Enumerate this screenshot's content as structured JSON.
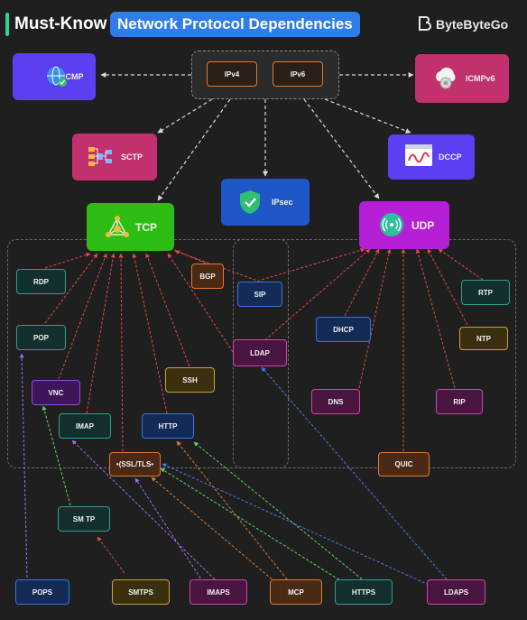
{
  "header": {
    "title_prefix": "Must-Know",
    "title_highlight": "Network Protocol Dependencies",
    "brand": "ByteByteGo",
    "icons": [
      "bytebytego-logo-icon"
    ]
  },
  "colors": {
    "background": "#1f1f1f",
    "accent_green": "#2fd38f",
    "title_blue": "#2f7de8",
    "orange": "#e07a2e",
    "teal_fill": "#13302e",
    "purple_node": "#b51fd6",
    "tcp_green": "#2ebd12"
  },
  "nodes": {
    "ipv4": "IPv4",
    "ipv6": "IPv6",
    "icmp": "ICMP",
    "icmpv6": "ICMPv6",
    "sctp": "SCTP",
    "dccp": "DCCP",
    "ipsec": "IPsec",
    "tcp": "TCP",
    "udp": "UDP",
    "rdp": "RDP",
    "bgp": "BGP",
    "sip": "SIP",
    "rtp": "RTP",
    "pop": "POP",
    "ldap": "LDAP",
    "dhcp": "DHCP",
    "ntp": "NTP",
    "vnc": "VNC",
    "ssh": "SSH",
    "dns": "DNS",
    "rip": "RIP",
    "imap": "IMAP",
    "http": "HTTP",
    "ssl_tls": "•(SSL/TLS•",
    "quic": "QUIC",
    "smtp": "SM TP",
    "pops": "POPS",
    "smtps": "SMTPS",
    "imaps": "IMAPS",
    "mcp": "MCP",
    "https": "HTTPS",
    "ldaps": "LDAPS"
  },
  "icons": {
    "icmp": "globe-check-icon",
    "icmpv6": "cloud-gear-icon",
    "sctp": "network-tree-icon",
    "dccp": "browser-wave-icon",
    "ipsec": "shield-check-icon",
    "tcp": "tcp-mesh-icon",
    "udp": "wireless-signal-icon"
  }
}
